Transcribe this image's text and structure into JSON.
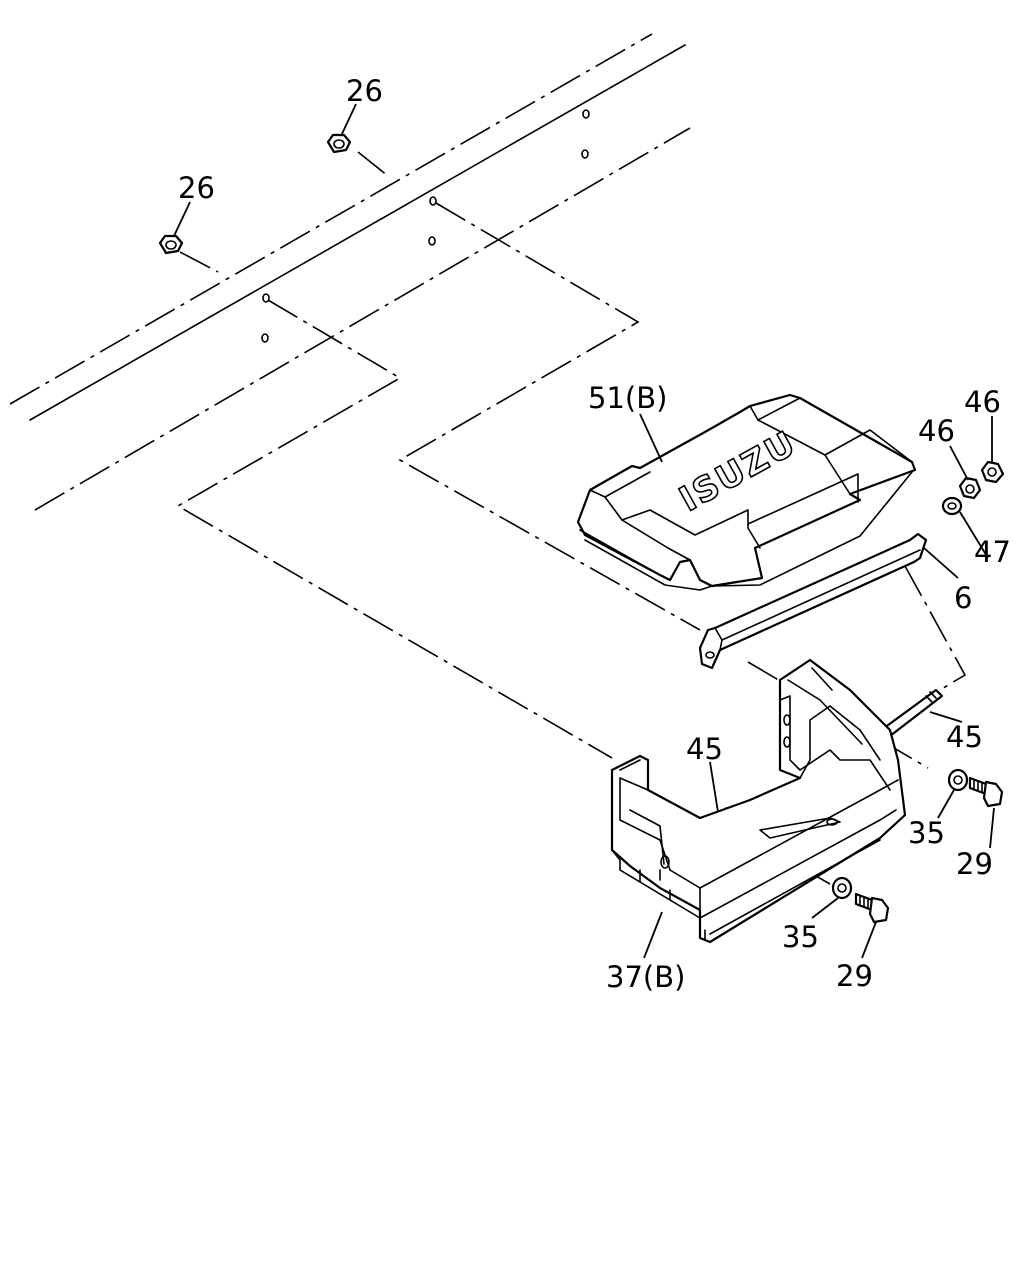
{
  "diagram": {
    "logo_text": "ISUZU",
    "callouts": {
      "nut_26_upper": "26",
      "nut_26_lower": "26",
      "cover_51b": "51(B)",
      "nut_46_outer": "46",
      "nut_46_inner": "46",
      "washer_47": "47",
      "bar_6": "6",
      "rod_45_right": "45",
      "rod_45_left": "45",
      "washer_35_right": "35",
      "bolt_29_right": "29",
      "washer_35_lower": "35",
      "bolt_29_lower": "29",
      "tray_37b": "37(B)"
    }
  }
}
